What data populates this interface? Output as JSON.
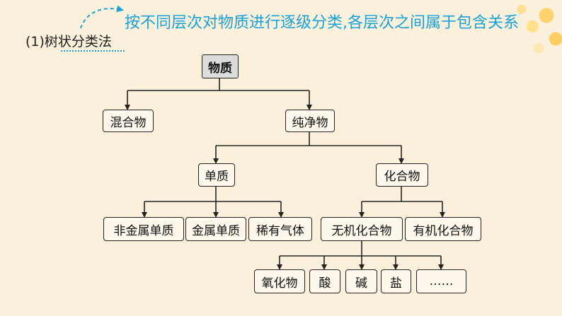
{
  "heading": "(1)树状分类法",
  "note": "按不同层次对物质进行逐级分类,各层次之间属于包含关系",
  "tree": {
    "root": "物质",
    "mixture": "混合物",
    "pure": "纯净物",
    "element": "单质",
    "compound": "化合物",
    "nonmetal": "非金属单质",
    "metal": "金属单质",
    "noble": "稀有气体",
    "inorganic": "无机化合物",
    "organic": "有机化合物",
    "oxide": "氧化物",
    "acid": "酸",
    "base": "碱",
    "salt": "盐",
    "etc": "……"
  },
  "colors": {
    "note": "#1aa2d6",
    "root_fill": "#dcdcdc",
    "background": "#fbf0dc"
  }
}
